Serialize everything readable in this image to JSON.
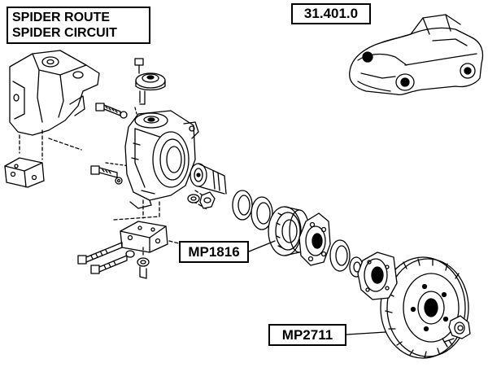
{
  "title": {
    "line1": "SPIDER ROUTE",
    "line2": "SPIDER CIRCUIT"
  },
  "reference_number": "31.401.0",
  "callouts": {
    "bearing": "MP1816",
    "brake_disc": "MP2711"
  },
  "colors": {
    "ink": "#000000",
    "paper": "#ffffff"
  }
}
